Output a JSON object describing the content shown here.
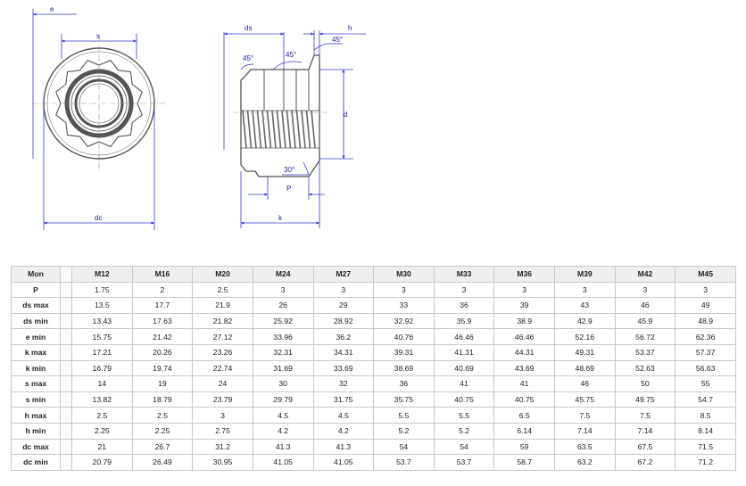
{
  "labels": {
    "e": "e",
    "s": "s",
    "dc": "dc",
    "ds": "ds",
    "h": "h",
    "d": "d",
    "k": "k",
    "p": "P",
    "angle_45": "45°",
    "angle_30": "30°"
  },
  "table": {
    "header_label": "Mon",
    "columns": [
      "M12",
      "M16",
      "M20",
      "M24",
      "M27",
      "M30",
      "M33",
      "M36",
      "M39",
      "M42",
      "M45"
    ],
    "rows": [
      {
        "label": "P",
        "values": [
          "1.75",
          "2",
          "2.5",
          "3",
          "3",
          "3",
          "3",
          "3",
          "3",
          "3",
          "3"
        ]
      },
      {
        "label": "ds max",
        "values": [
          "13.5",
          "17.7",
          "21.9",
          "26",
          "29",
          "33",
          "36",
          "39",
          "43",
          "46",
          "49"
        ]
      },
      {
        "label": "ds min",
        "values": [
          "13.43",
          "17.63",
          "21.82",
          "25.92",
          "28.92",
          "32.92",
          "35.9",
          "38.9",
          "42.9",
          "45.9",
          "48.9"
        ]
      },
      {
        "label": "e min",
        "values": [
          "15.75",
          "21.42",
          "27.12",
          "33.96",
          "36.2",
          "40.76",
          "46.46",
          "46.46",
          "52.16",
          "56.72",
          "62.36"
        ]
      },
      {
        "label": "k max",
        "values": [
          "17.21",
          "20.26",
          "23.26",
          "32.31",
          "34.31",
          "39.31",
          "41.31",
          "44.31",
          "49.31",
          "53.37",
          "57.37"
        ]
      },
      {
        "label": "k min",
        "values": [
          "16.79",
          "19.74",
          "22.74",
          "31.69",
          "33.69",
          "38.69",
          "40.69",
          "43.69",
          "48.69",
          "52.63",
          "56.63"
        ]
      },
      {
        "label": "s max",
        "values": [
          "14",
          "19",
          "24",
          "30",
          "32",
          "36",
          "41",
          "41",
          "46",
          "50",
          "55"
        ]
      },
      {
        "label": "s min",
        "values": [
          "13.82",
          "18.79",
          "23.79",
          "29.79",
          "31.75",
          "35.75",
          "40.75",
          "40.75",
          "45.75",
          "49.75",
          "54.7"
        ]
      },
      {
        "label": "h max",
        "values": [
          "2.5",
          "2.5",
          "3",
          "4.5",
          "4.5",
          "5.5",
          "5.5",
          "6.5",
          "7.5",
          "7.5",
          "8.5"
        ]
      },
      {
        "label": "h min",
        "values": [
          "2.25",
          "2.25",
          "2.75",
          "4.2",
          "4.2",
          "5.2",
          "5.2",
          "6.14",
          "7.14",
          "7.14",
          "8.14"
        ]
      },
      {
        "label": "dc max",
        "values": [
          "21",
          "26.7",
          "31.2",
          "41.3",
          "41.3",
          "54",
          "54",
          "59",
          "63.5",
          "67.5",
          "71.5"
        ]
      },
      {
        "label": "dc min",
        "values": [
          "20.79",
          "26.49",
          "30.95",
          "41.05",
          "41.05",
          "53.7",
          "53.7",
          "58.7",
          "63.2",
          "67.2",
          "71.2"
        ]
      }
    ]
  }
}
